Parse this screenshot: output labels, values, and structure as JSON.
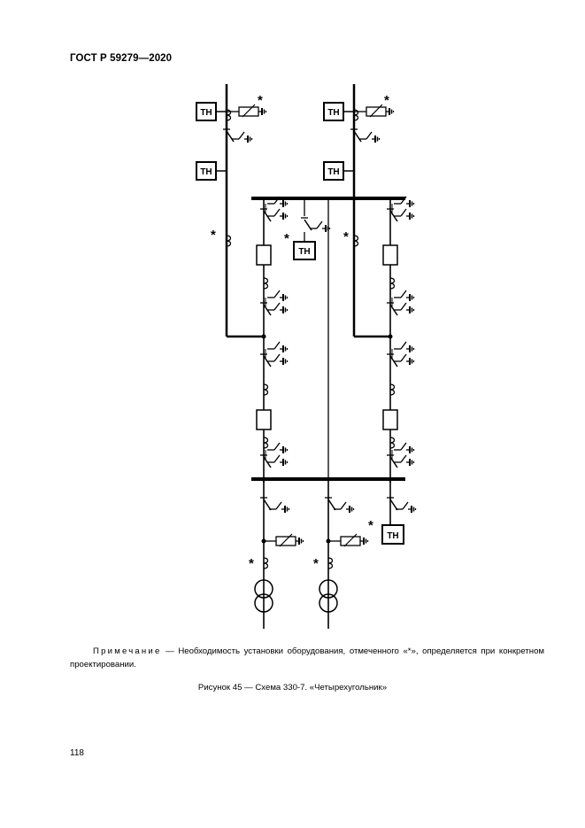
{
  "header": {
    "title": "ГОСТ Р 59279—2020"
  },
  "diagram": {
    "vt_label": "ТН",
    "marker": "*"
  },
  "note": {
    "label": "Примечание",
    "text": " — Необходимость установки оборудования, отмеченного «*», определяется при конкретном проектировании."
  },
  "caption": {
    "text": "Рисунок 45 — Схема 330-7. «Четырехугольник»"
  },
  "page_number": "118"
}
